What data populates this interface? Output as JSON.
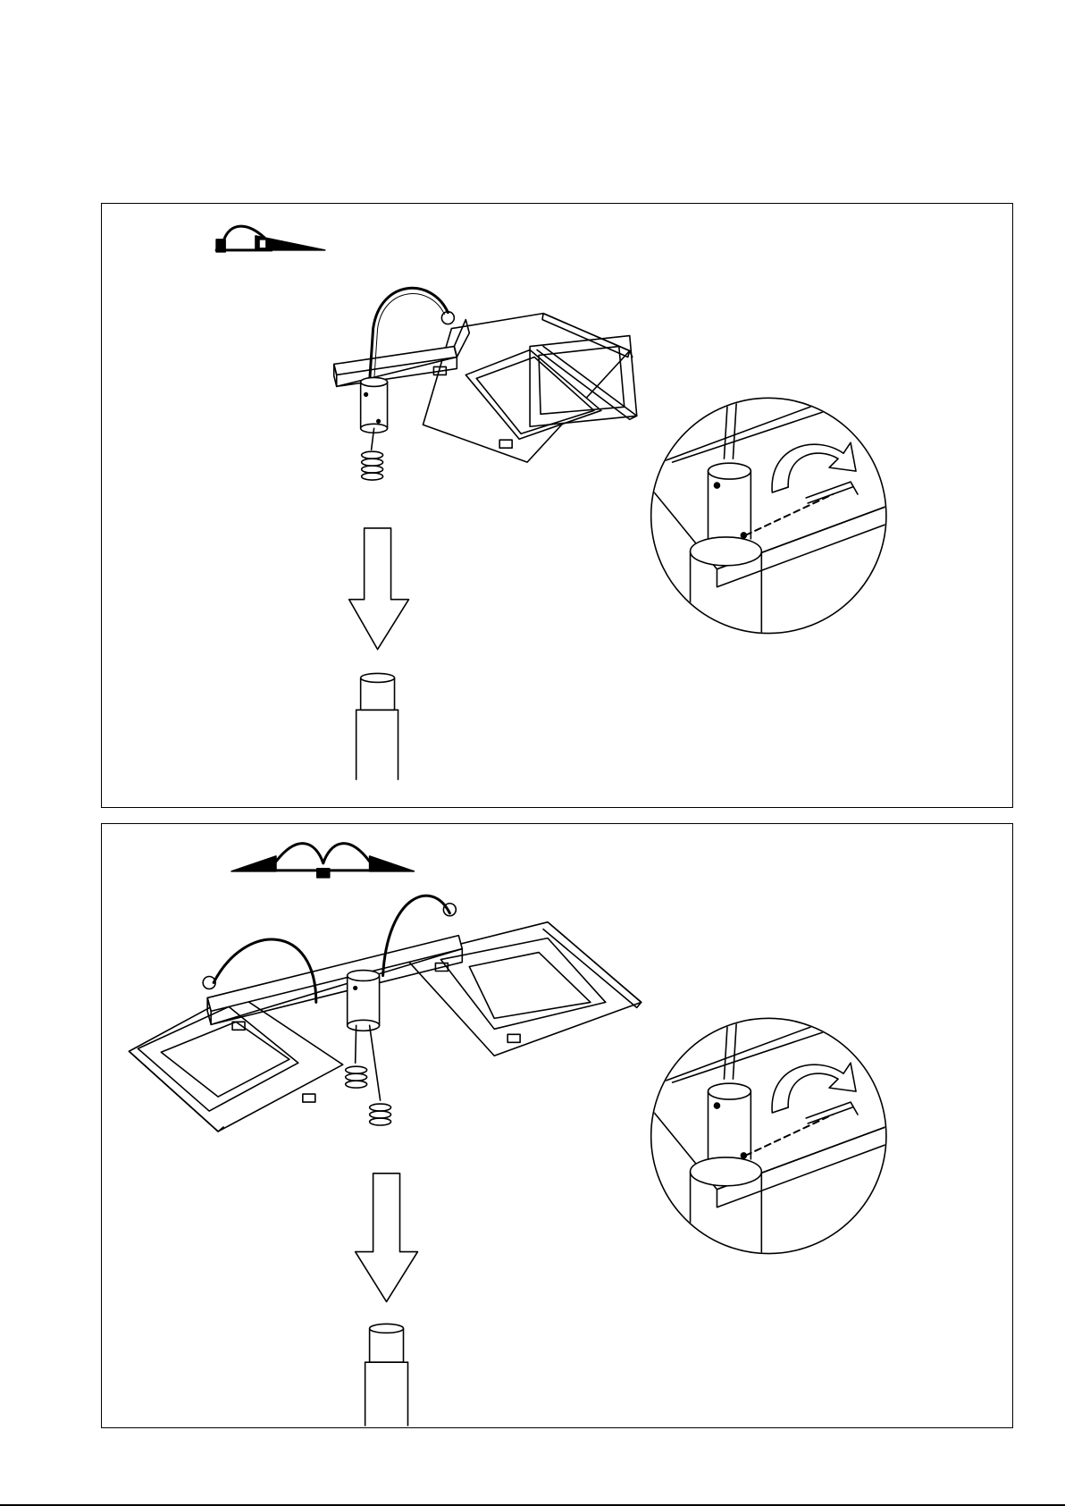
{
  "document": {
    "type": "assembly-instruction-page",
    "steps": [
      {
        "id": "single-lamp",
        "fixture_icon": "single-head-lamp-icon",
        "main_illustration": "lamp-head-bracket-onto-pole",
        "detail_illustration": "hex-key-tighten-screw-detail",
        "arrow": "down-arrow-icon"
      },
      {
        "id": "double-lamp",
        "fixture_icon": "double-head-lamp-icon",
        "main_illustration": "double-lamp-bracket-onto-pole",
        "detail_illustration": "hex-key-tighten-screw-detail",
        "arrow": "down-arrow-icon"
      }
    ]
  }
}
